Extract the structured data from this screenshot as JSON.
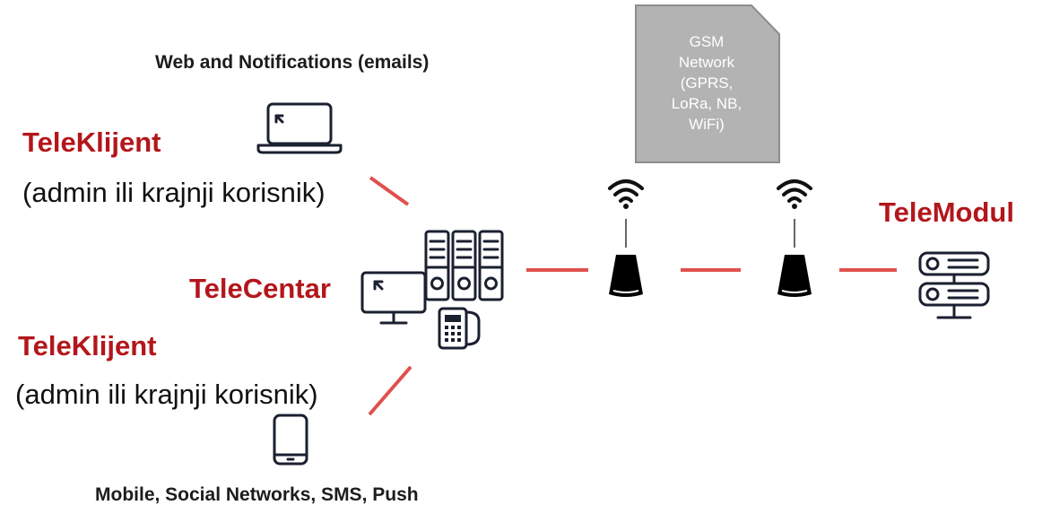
{
  "web_caption": "Web and Notifications (emails)",
  "mobile_caption": "Mobile, Social Networks, SMS, Push",
  "teleklijent_top": {
    "title": "TeleKlijent",
    "subtitle": "(admin ili krajnji korisnik)"
  },
  "teleklijent_bottom": {
    "title": "TeleKlijent",
    "subtitle": "(admin ili krajnji korisnik)"
  },
  "telecentar": {
    "title": "TeleCentar"
  },
  "telemodul": {
    "title": "TeleModul"
  },
  "gsm_network": {
    "text": "GSM\nNetwork\n(GPRS,\nLoRa, NB,\nWiFi)"
  },
  "colors": {
    "accent": "#b3161b",
    "link": "#e0504d",
    "network_box": "#b3b3b3",
    "icon": "#1a2030"
  },
  "icons": [
    "laptop-icon",
    "smartphone-icon",
    "server-rack-icon",
    "desktop-monitor-icon",
    "desk-phone-icon",
    "wifi-icon",
    "antenna-icon",
    "telemodul-server-icon"
  ]
}
